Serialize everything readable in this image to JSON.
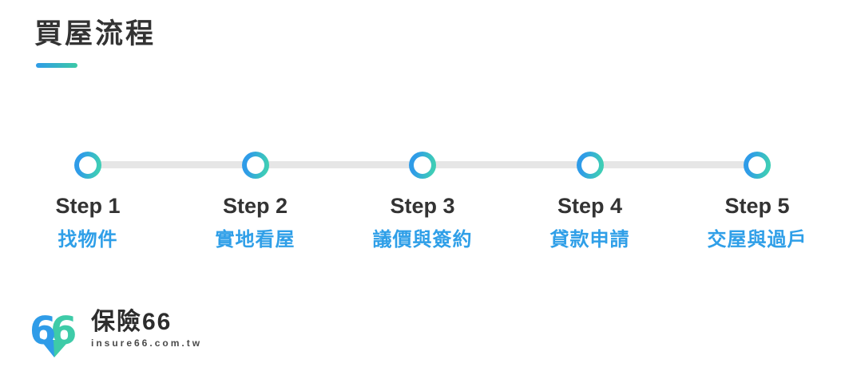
{
  "page": {
    "background": "#ffffff"
  },
  "header": {
    "title": "買屋流程",
    "accent_gradient_start": "#2f9ce8",
    "accent_gradient_end": "#3cc9a6"
  },
  "timeline": {
    "track_color": "#e6e6e6",
    "ring_gradient_start": "#2f9ce8",
    "ring_gradient_end": "#3ecdb6",
    "step_label_color": "#333333",
    "step_title_color": "#2f9fe8",
    "steps": [
      {
        "label": "Step 1",
        "title": "找物件"
      },
      {
        "label": "Step 2",
        "title": "實地看屋"
      },
      {
        "label": "Step 3",
        "title": "議價與簽約"
      },
      {
        "label": "Step 4",
        "title": "貸款申請"
      },
      {
        "label": "Step 5",
        "title": "交屋與過戶"
      }
    ]
  },
  "footer": {
    "logo_digit_left": "6",
    "logo_digit_right": "6",
    "logo_blue": "#2f9ce8",
    "logo_green": "#3ecba8",
    "brand_name": "保險66",
    "brand_domain": "insure66.com.tw"
  }
}
